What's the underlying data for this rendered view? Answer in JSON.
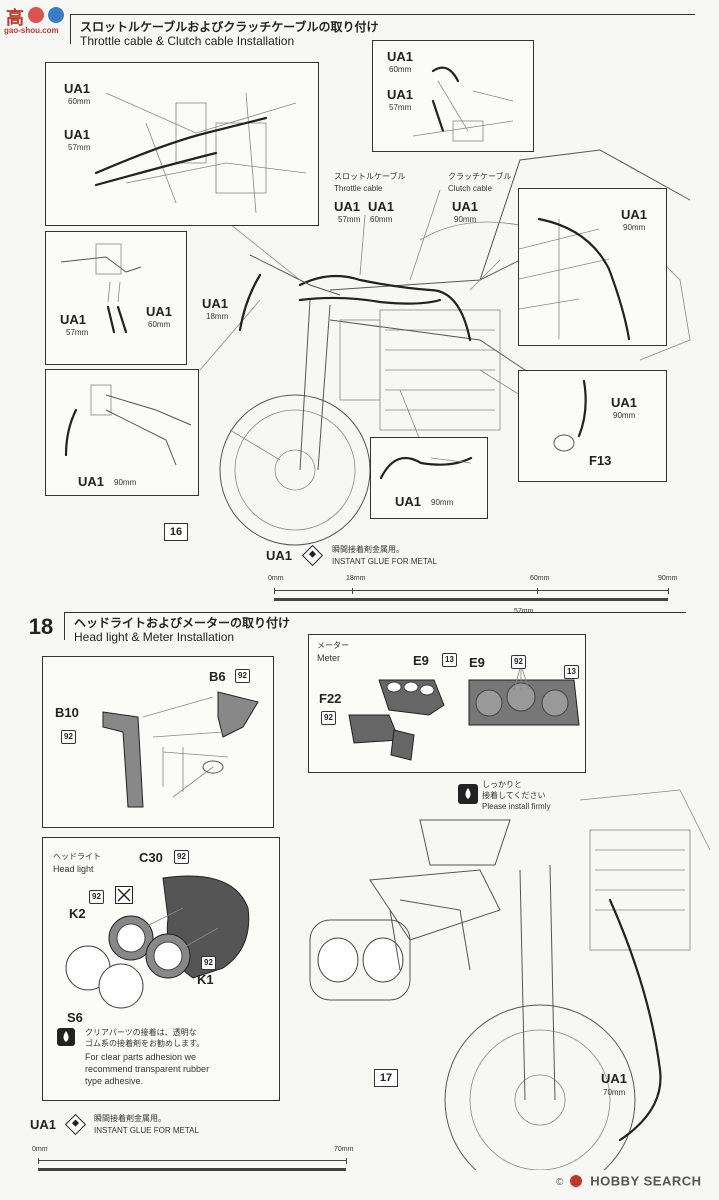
{
  "watermark": {
    "top": "高",
    "site": "gao-shou.com"
  },
  "step17": {
    "title_jp": "スロットルケーブルおよびクラッチケーブルの取り付け",
    "title_en": "Throttle cable & Clutch cable Installation"
  },
  "step18": {
    "number": "18",
    "title_jp": "ヘッドライトおよびメーターの取り付け",
    "title_en": "Head light & Meter Installation"
  },
  "labels": {
    "ua1": "UA1",
    "mm60": "60mm",
    "mm57": "57mm",
    "mm18": "18mm",
    "mm90": "90mm",
    "mm70": "70mm",
    "throttle_jp": "スロットルケーブル",
    "throttle_en": "Throttle cable",
    "clutch_jp": "クラッチケーブル",
    "clutch_en": "Clutch cable",
    "f13": "F13",
    "ref16": "16",
    "ref17": "17"
  },
  "glue": {
    "jp": "瞬間接着剤金属用。",
    "en": "INSTANT GLUE   FOR METAL"
  },
  "ruler1": {
    "labels": [
      "0mm",
      "18mm",
      "60mm",
      "90mm"
    ],
    "bottom": "57mm"
  },
  "ruler2": {
    "labels": [
      "0mm",
      "70mm"
    ]
  },
  "meter": {
    "jp": "メーター",
    "en": "Meter"
  },
  "headlight": {
    "jp": "ヘッドライト",
    "en": "Head light"
  },
  "parts": {
    "b6": "B6",
    "b10": "B10",
    "e9": "E9",
    "f22": "F22",
    "c30": "C30",
    "k2": "K2",
    "k1": "K1",
    "s6": "S6"
  },
  "badges": {
    "b92": "92",
    "b13": "13"
  },
  "firmly": {
    "jp1": "しっかりと",
    "jp2": "接着してください",
    "en": "Please install firmly"
  },
  "clear_note": {
    "jp1": "クリアパーツの接着は、透明な",
    "jp2": "ゴム系の接着剤をお勧めします。",
    "en1": "For clear parts adhesion we",
    "en2": "recommend transparent rubber",
    "en3": "type adhesive."
  },
  "footer": {
    "logo": "HOBBY SEARCH",
    "copy": "©"
  }
}
